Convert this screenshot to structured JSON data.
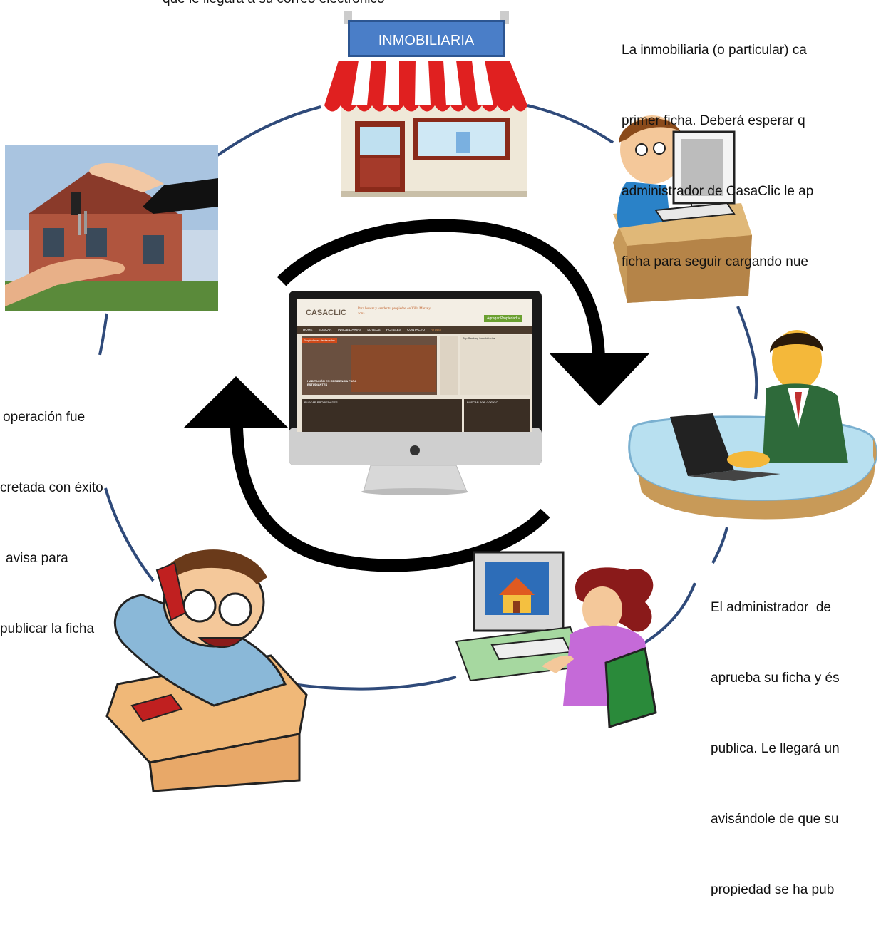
{
  "captions": {
    "top_center": "que le llegará a su correo electrónico",
    "top_right": [
      "La inmobiliaria (o particular) ca",
      "primer ficha. Deberá esperar q",
      "administrador de CasaClic le ap",
      "ficha para seguir cargando nue"
    ],
    "left": [
      "operación fue",
      "cretada con éxito",
      "avisa para",
      "publicar la ficha"
    ],
    "bottom_right": [
      "El administrador  de",
      "aprueba su ficha y és",
      "publica. Le llegará un",
      "avisándole de que su",
      "propiedad se ha pub"
    ]
  },
  "store": {
    "sign_label": "INMOBILIARIA"
  },
  "website": {
    "brand": "CASACLIC",
    "tagline": "Para buscar y vender tu propiedad en Villa María y zona",
    "cta": "Agregar Propiedad »",
    "nav": [
      "HOME",
      "BUSCAR",
      "INMOBILIARIAS",
      "LOTEOS",
      "HOTELES",
      "CONTACTO",
      "AYUDA"
    ],
    "featured_label": "Propiedades destacadas",
    "slide_caption": "HABITACIÓN EN RESIDENCIA PARA ESTUDIANTES",
    "ranking_title": "Top Ranking Inmobiliarias",
    "search_title": "BUSCAR PROPIEDADES",
    "search_code_title": "BUSCAR POR CÓDIGO"
  },
  "colors": {
    "cycle_line": "#2f4a7a",
    "arrow": "#000000",
    "store_awning_red": "#e02020",
    "sign_blue": "#4a7ec8",
    "site_header": "#4a3a2c"
  }
}
